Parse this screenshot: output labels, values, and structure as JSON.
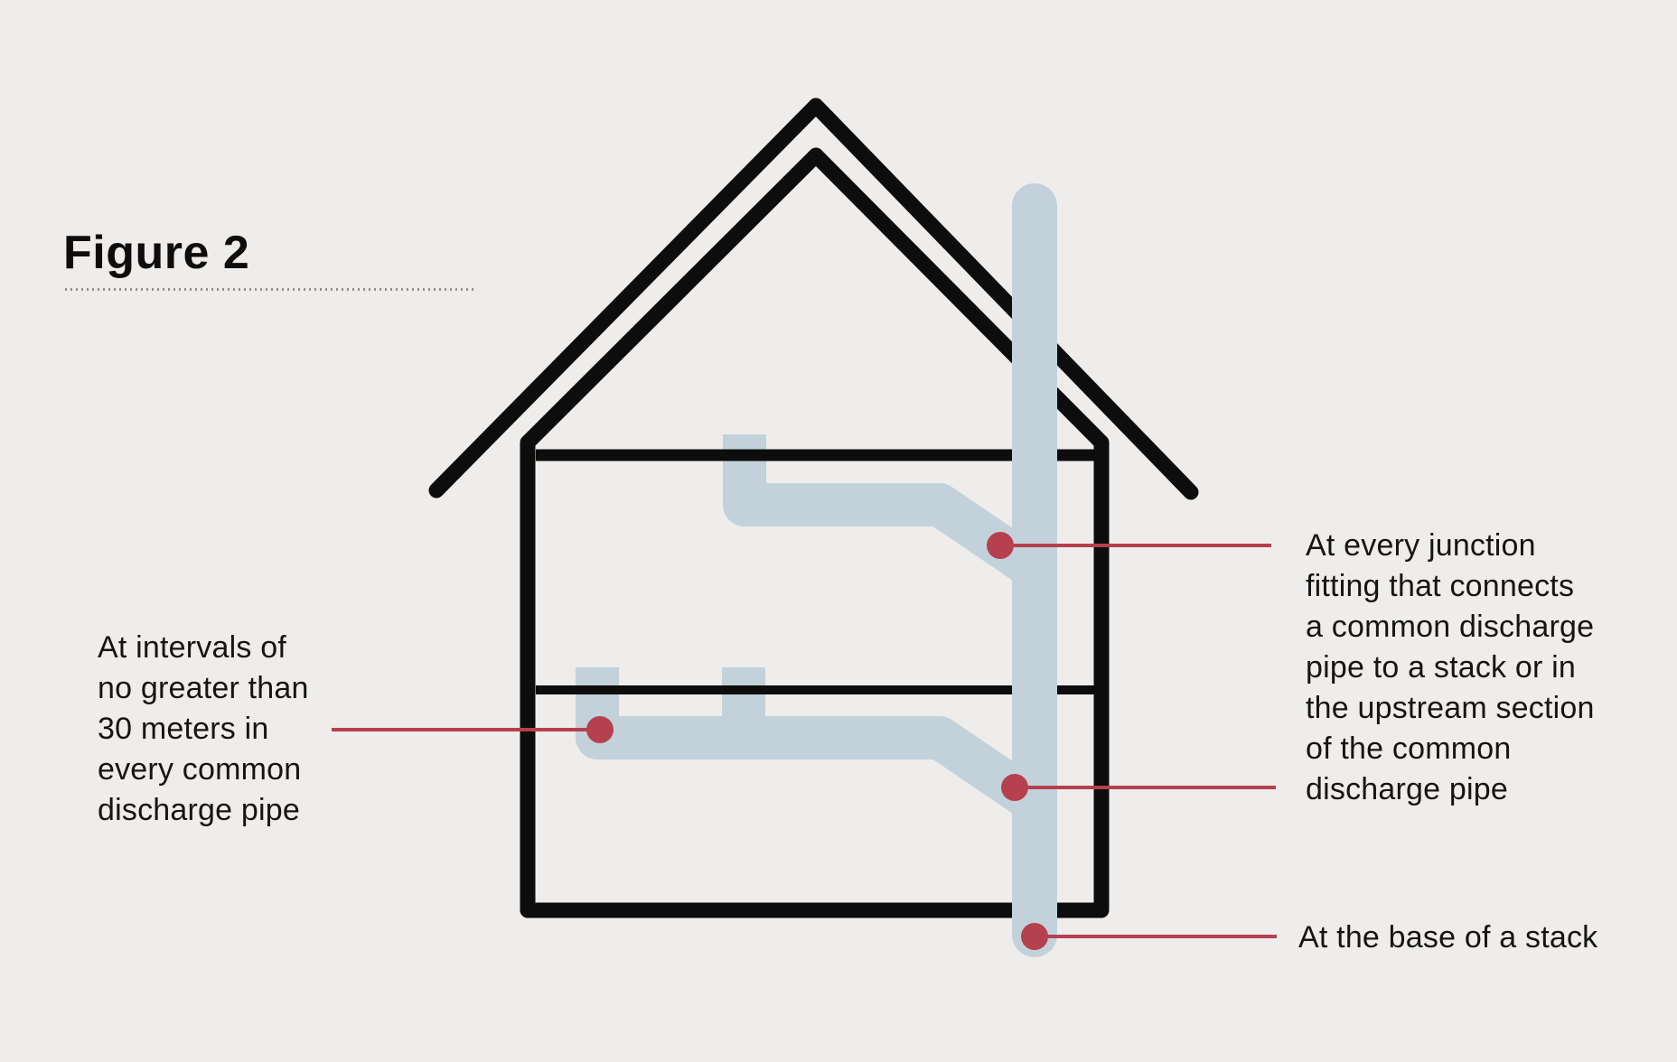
{
  "title": "Figure 2",
  "annotations": {
    "interval": "At intervals of\nno greater than\n30 meters in\nevery common\ndischarge pipe",
    "junction": "At every junction\nfitting that connects\na common discharge\npipe to a stack or in\nthe upstream section\nof the common\ndischarge pipe",
    "base": "At the base of a stack"
  },
  "colors": {
    "background": "#eeedeb",
    "house_outline": "#0d0d0d",
    "pipe": "#c3d2da",
    "marker_red": "#b5404e",
    "text": "#151515",
    "divider": "#8f8f8c"
  }
}
